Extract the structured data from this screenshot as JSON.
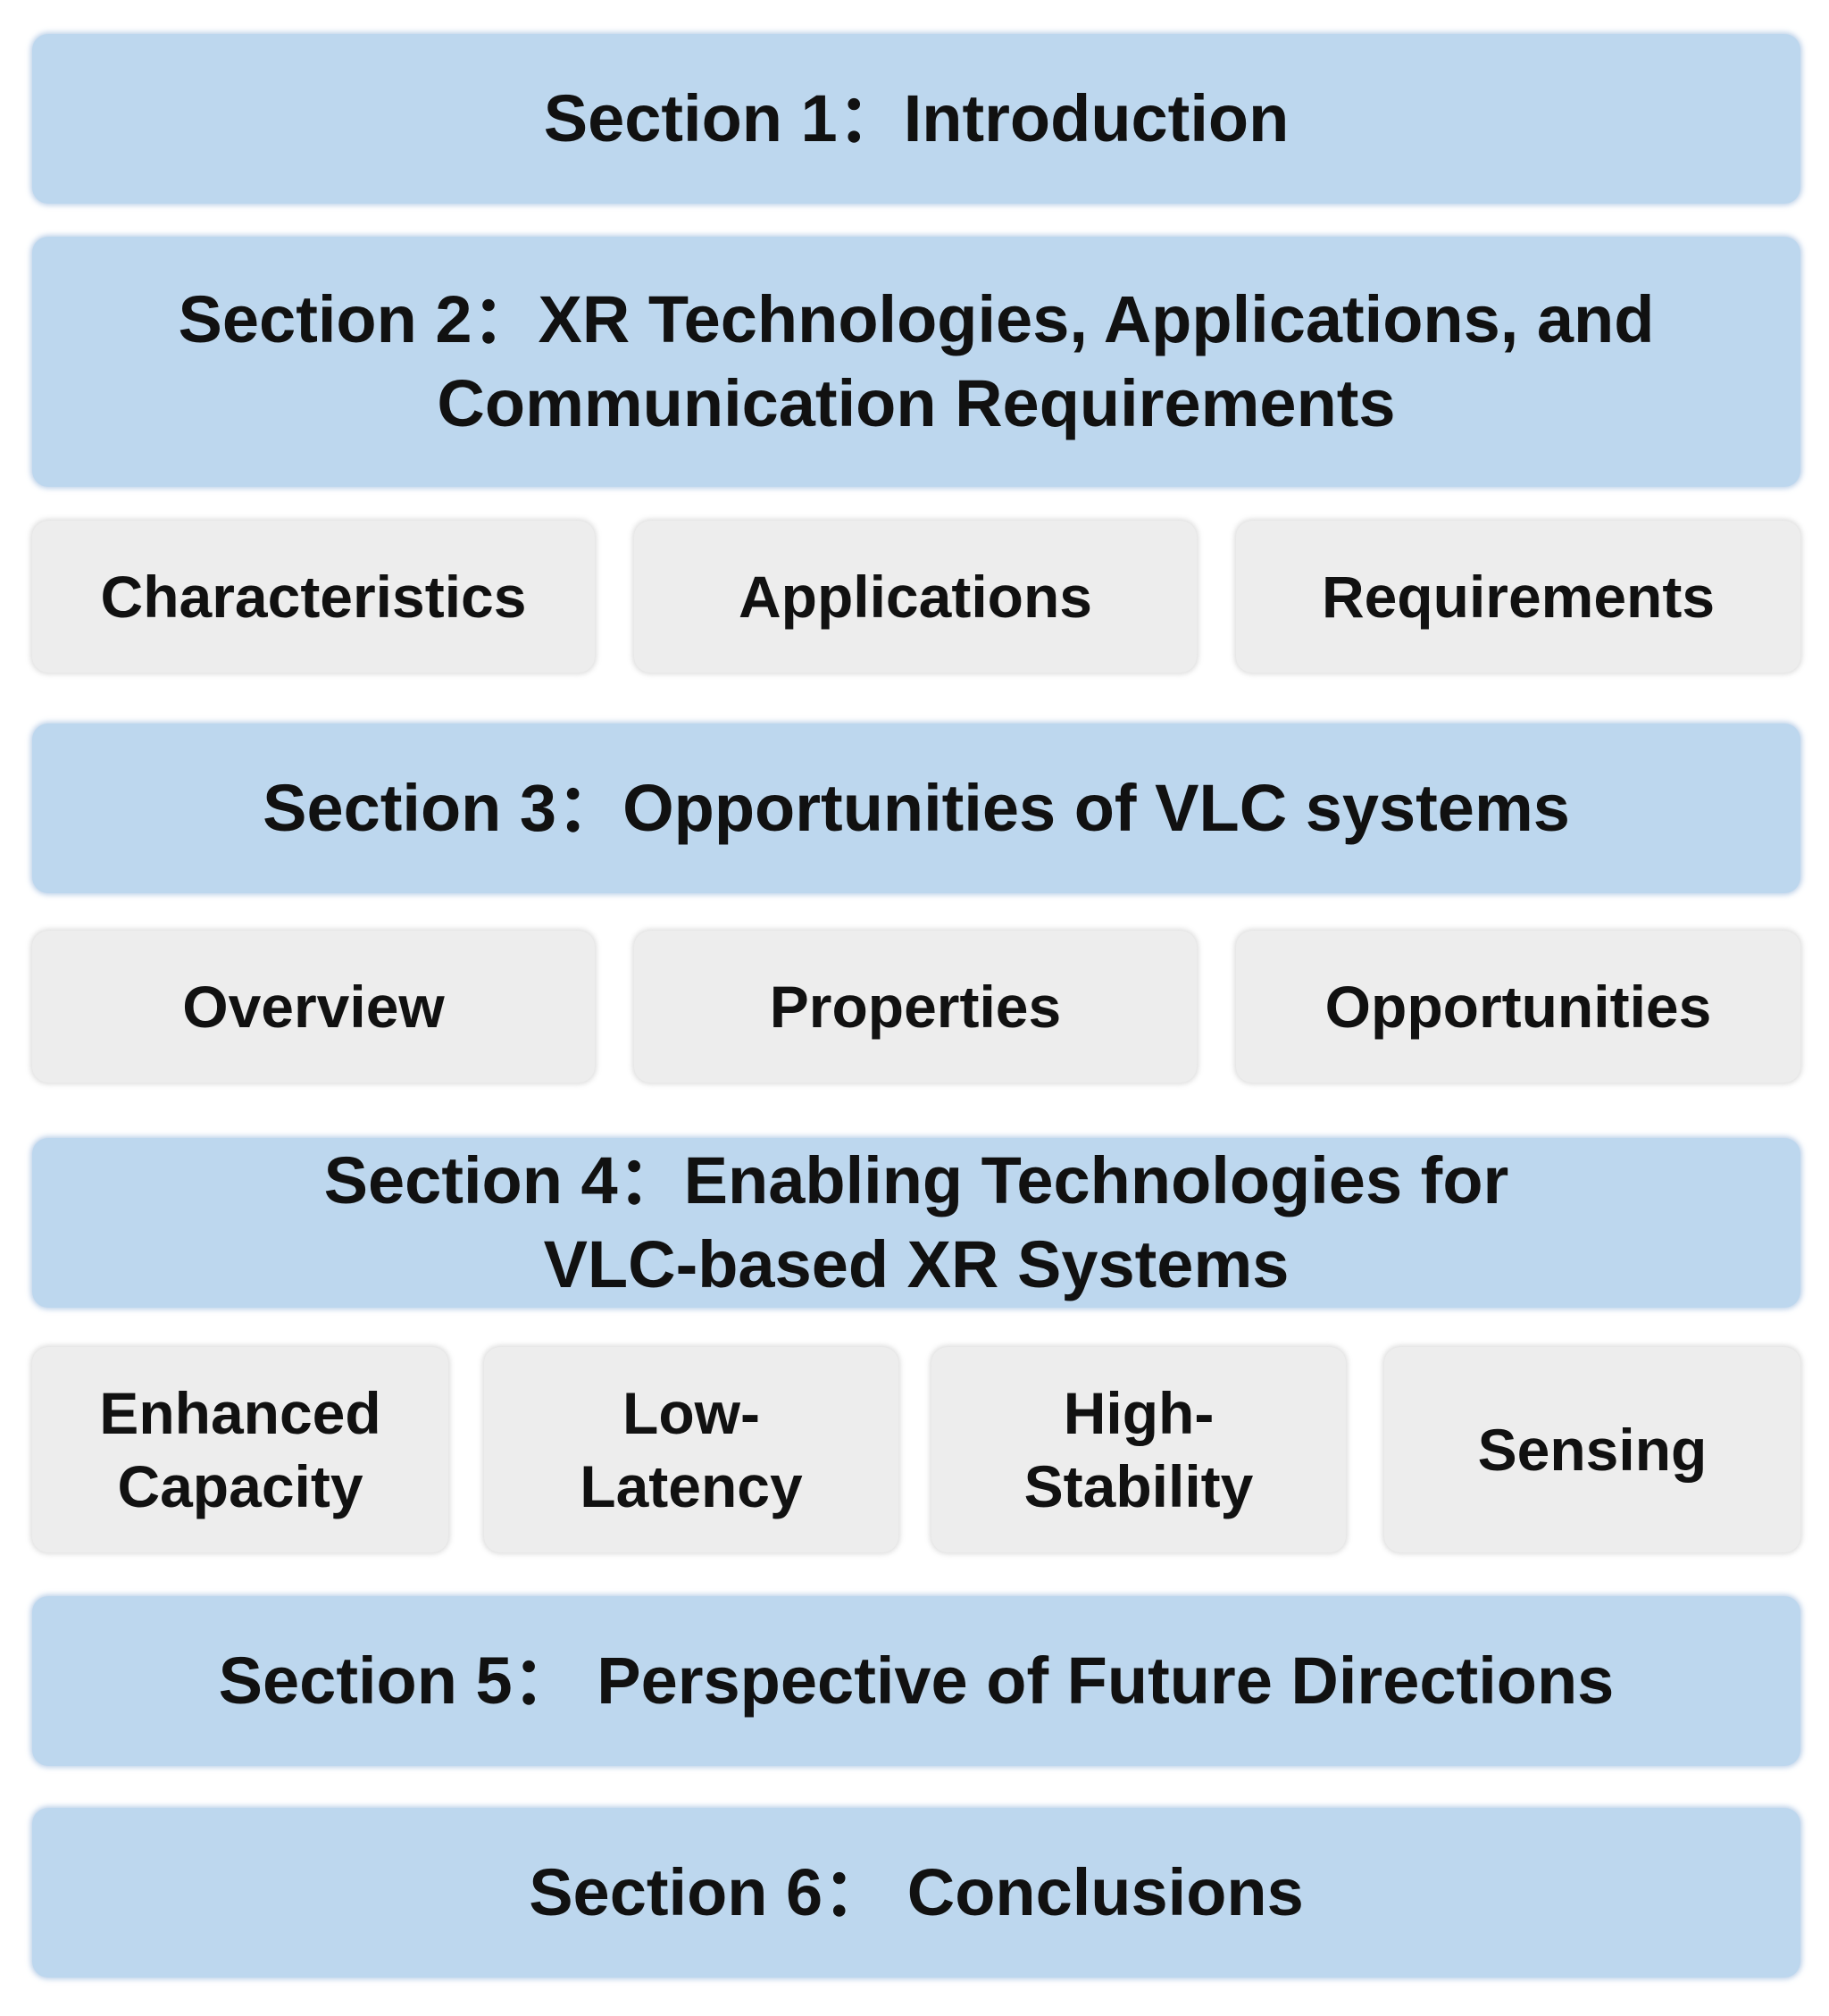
{
  "sections": [
    {
      "title": "Section 1：Introduction"
    },
    {
      "title": "Section 2：XR Technologies, Applications, and\nCommunication Requirements"
    },
    {
      "title": "Section 3：Opportunities of VLC systems"
    },
    {
      "title": "Section 4：Enabling Technologies for\nVLC-based XR Systems"
    },
    {
      "title": "Section 5： Perspective of Future Directions"
    },
    {
      "title": "Section 6： Conclusions"
    }
  ],
  "section2_topics": [
    "Characteristics",
    "Applications",
    "Requirements"
  ],
  "section3_topics": [
    "Overview",
    "Properties",
    "Opportunities"
  ],
  "section4_topics": [
    "Enhanced\nCapacity",
    "Low-\nLatency",
    "High-\nStability",
    "Sensing"
  ],
  "colors": {
    "section_fill": "#bdd7ee",
    "topic_fill": "#ededed",
    "text": "#111111"
  }
}
